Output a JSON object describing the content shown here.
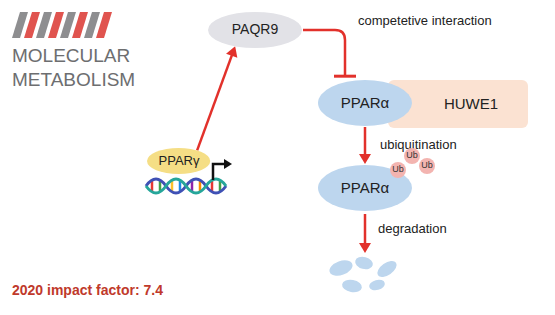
{
  "diagram": {
    "nodes": [
      {
        "text": [
          "PAQR9"
        ]
      },
      {
        "text": [
          "PPARα"
        ]
      },
      {
        "text": [
          "HUWE1"
        ]
      },
      {
        "text": [
          "PPARγ"
        ]
      },
      {
        "text": [
          "Ub"
        ]
      },
      {
        "text": [
          "Ub"
        ]
      },
      {
        "text": [
          "Ub"
        ]
      },
      {
        "text": [
          "PPARα"
        ]
      }
    ],
    "edges": [
      {
        "from": 3,
        "to": 0,
        "arrow": "to"
      },
      {
        "from": 0,
        "to": 1,
        "arrow": "to",
        "label": "competetive interaction"
      },
      {
        "from": 1,
        "to": 7,
        "arrow": "to",
        "label": "ubiquitination"
      }
    ],
    "labels": [
      "MOLECULAR METABOLISM",
      "degradation",
      "2020 impact factor: 7.4"
    ]
  }
}
